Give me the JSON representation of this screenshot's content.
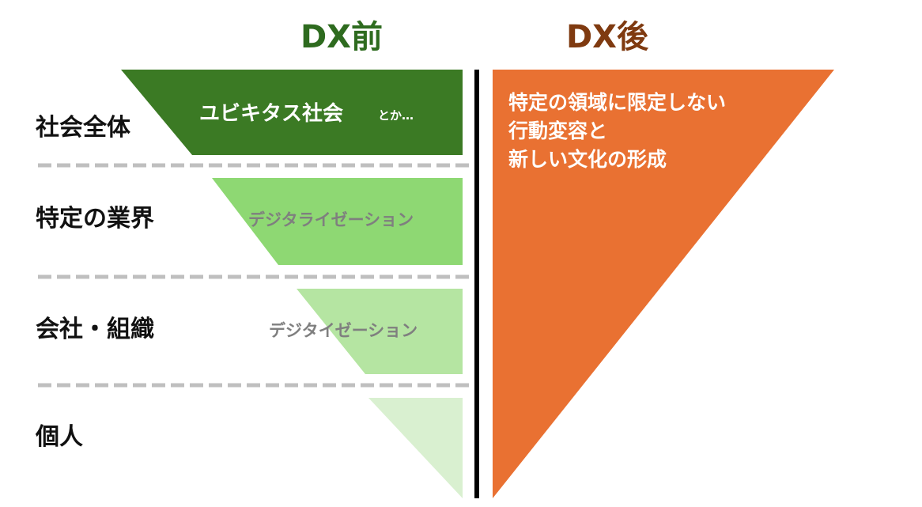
{
  "headers": {
    "before": "DX前",
    "after": "DX後"
  },
  "rows": [
    {
      "label": "社会全体",
      "before_text": "ユビキタス社会",
      "before_suffix": "とか…"
    },
    {
      "label": "特定の業界",
      "before_text": "デジタライゼーション"
    },
    {
      "label": "会社・組織",
      "before_text": "デジタイゼーション"
    },
    {
      "label": "個人"
    }
  ],
  "after_text": [
    "特定の領域に限定しない",
    "行動変容と",
    "新しい文化の形成"
  ],
  "colors": {
    "before_header": "#2e6b1f",
    "after_header": "#7f3a10",
    "tier1": "#3b7a24",
    "tier2": "#8ed873",
    "tier3": "#b5e5a2",
    "tier4": "#d9f0d0",
    "after_fill": "#e97132",
    "divider": "#bfbfbf"
  }
}
